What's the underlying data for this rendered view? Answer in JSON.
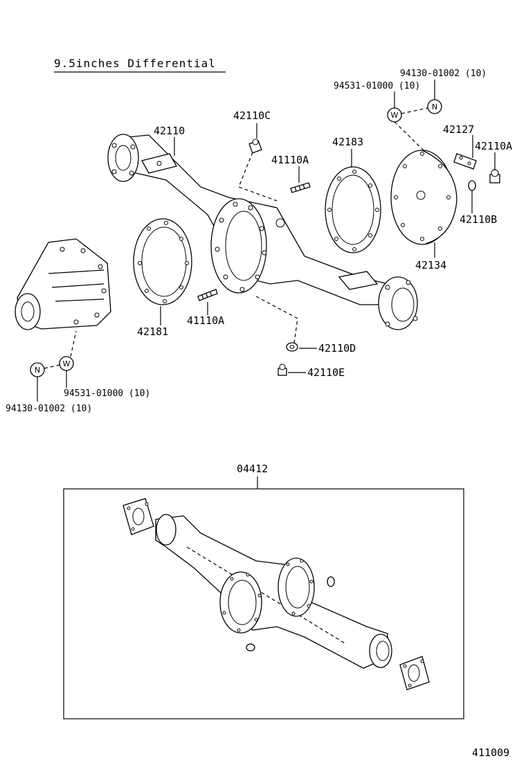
{
  "title": "9.5inches Differential",
  "figure_number": "411009",
  "kit_label": "04412",
  "parts": {
    "p42110": "42110",
    "p42110C": "42110C",
    "p41110A_top": "41110A",
    "p42183": "42183",
    "p42127": "42127",
    "p42110A": "42110A",
    "p42110B": "42110B",
    "p42134": "42134",
    "p42181": "42181",
    "p41110A_bottom": "41110A",
    "p42110D": "42110D",
    "p42110E": "42110E",
    "top_nut": "94130-01002 (10)",
    "top_washer": "94531-01000 (10)",
    "bottom_washer": "94531-01000 (10)",
    "bottom_nut": "94130-01002 (10)"
  },
  "symbols": {
    "nut": "N",
    "washer": "W"
  }
}
